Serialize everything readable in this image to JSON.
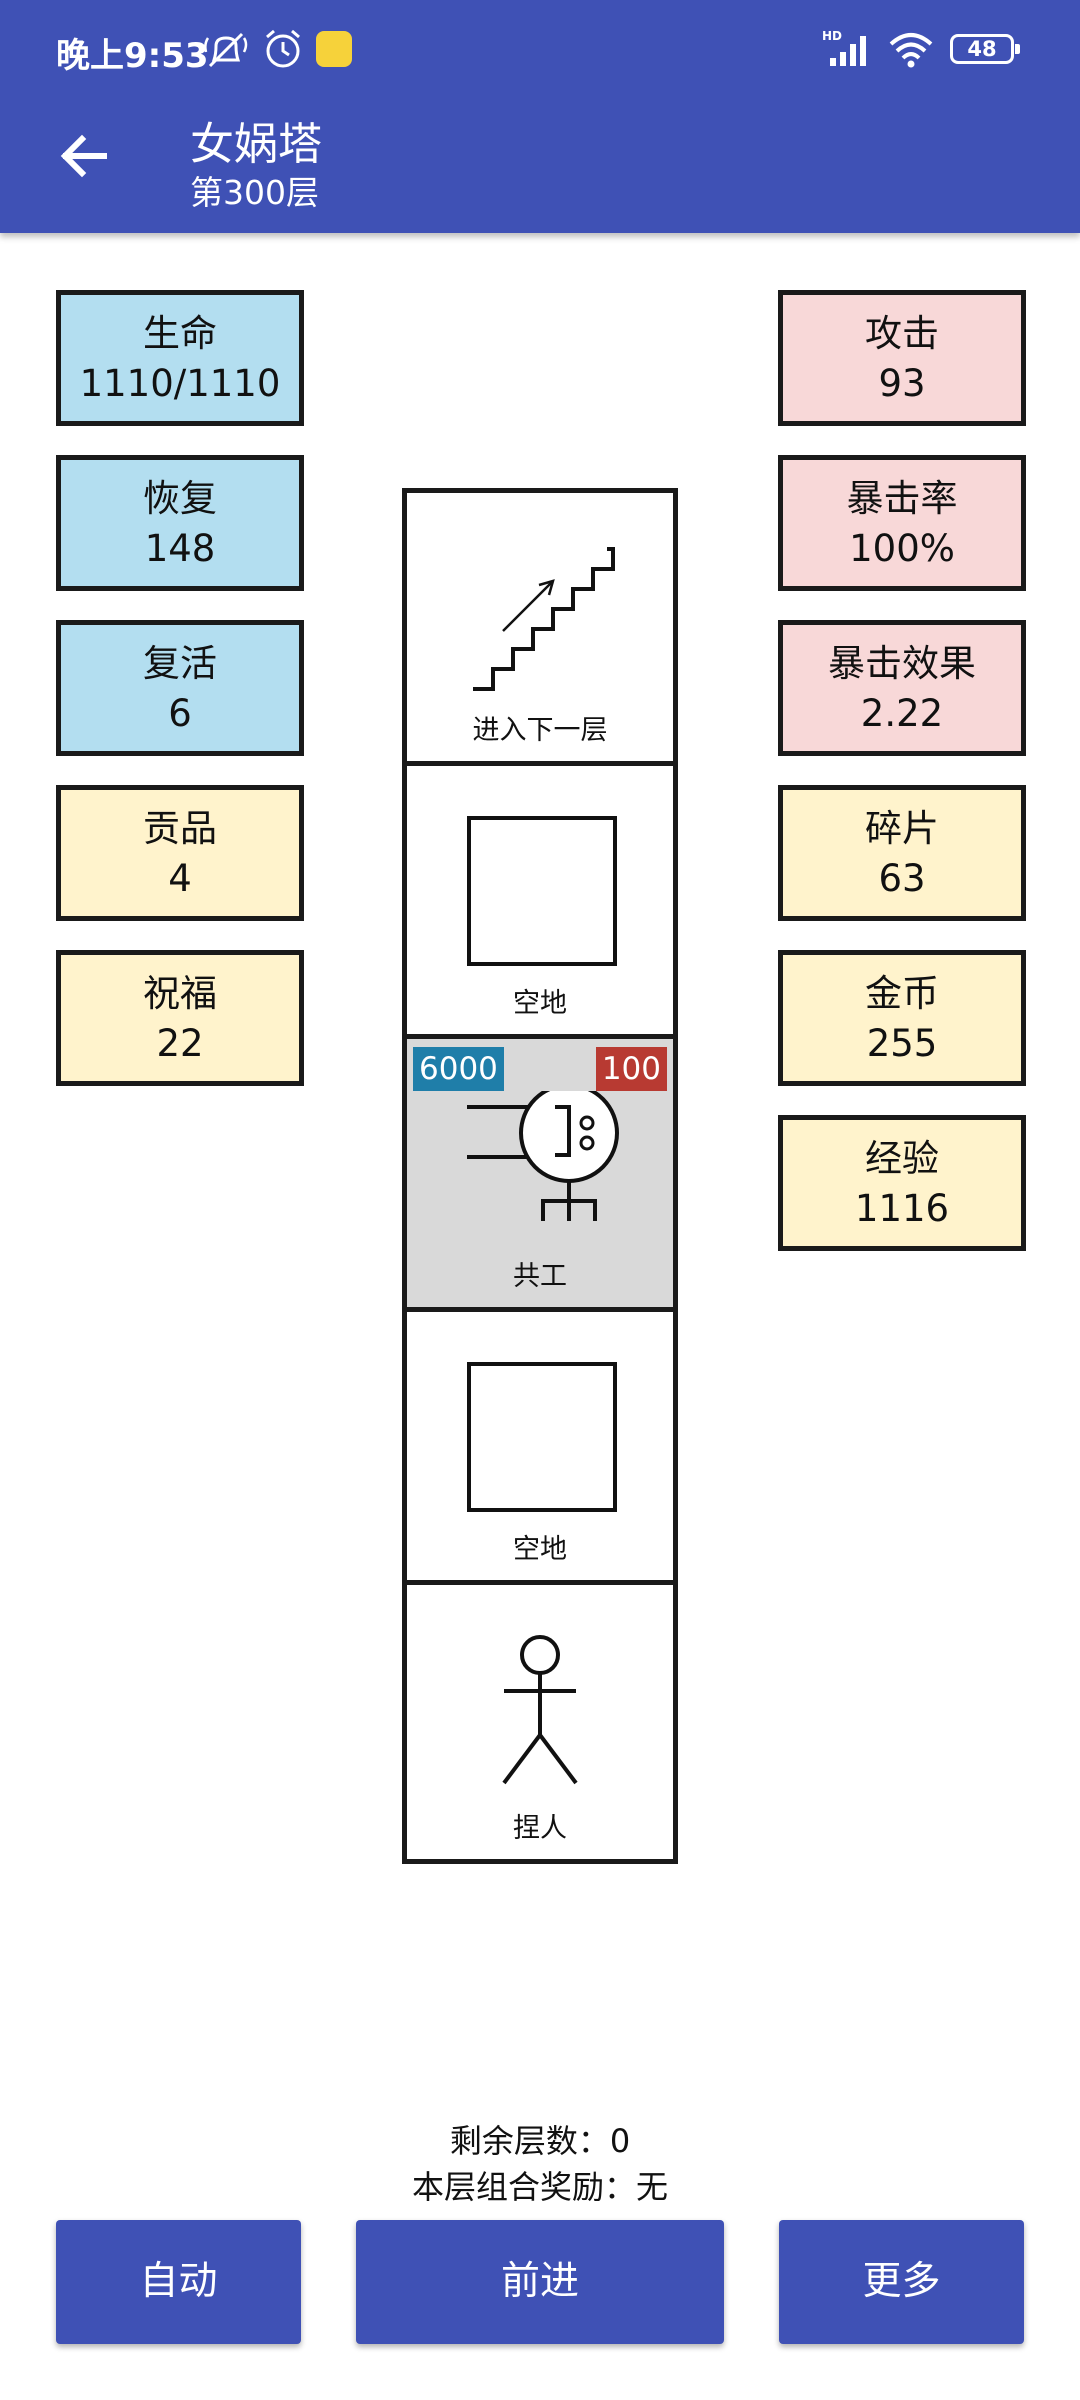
{
  "status_bar": {
    "time": "晚上9:53",
    "battery": "48"
  },
  "header": {
    "title": "女娲塔",
    "subtitle": "第300层"
  },
  "stats_left": [
    {
      "label": "生命",
      "value": "1110/1110",
      "color": "#b3def0"
    },
    {
      "label": "恢复",
      "value": "148",
      "color": "#b3def0"
    },
    {
      "label": "复活",
      "value": "6",
      "color": "#b3def0"
    },
    {
      "label": "贡品",
      "value": "4",
      "color": "#fff3cc"
    },
    {
      "label": "祝福",
      "value": "22",
      "color": "#fff3cc"
    }
  ],
  "stats_right": [
    {
      "label": "攻击",
      "value": "93",
      "color": "#f8d8d8"
    },
    {
      "label": "暴击率",
      "value": "100%",
      "color": "#f8d8d8"
    },
    {
      "label": "暴击效果",
      "value": "2.22",
      "color": "#f8d8d8"
    },
    {
      "label": "碎片",
      "value": "63",
      "color": "#fff3cc"
    },
    {
      "label": "金币",
      "value": "255",
      "color": "#fff3cc"
    },
    {
      "label": "经验",
      "value": "1116",
      "color": "#fff3cc"
    }
  ],
  "tower": {
    "cells": [
      {
        "type": "stairs",
        "label": "进入下一层",
        "icon": "stairs-icon"
      },
      {
        "type": "empty",
        "label": "空地",
        "icon": "empty-square-icon"
      },
      {
        "type": "enemy",
        "label": "共工",
        "icon": "enemy-gonggong-icon",
        "hp": "6000",
        "attack": "100"
      },
      {
        "type": "empty",
        "label": "空地",
        "icon": "empty-square-icon"
      },
      {
        "type": "player",
        "label": "捏人",
        "icon": "stick-figure-icon"
      }
    ]
  },
  "info": {
    "remaining_floors": "剩余层数：0",
    "floor_reward": "本层组合奖励：无"
  },
  "buttons": {
    "auto": "自动",
    "forward": "前进",
    "more": "更多"
  }
}
